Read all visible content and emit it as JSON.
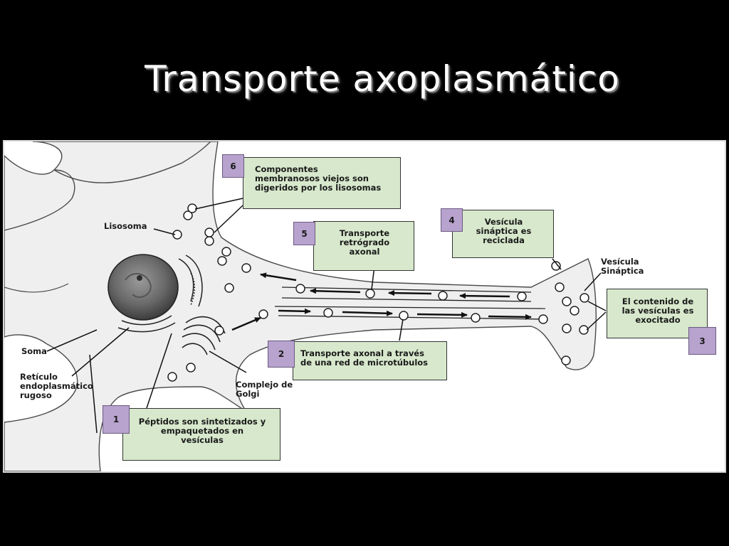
{
  "slide": {
    "title": "Transporte axoplasmático"
  },
  "labels": {
    "lisosoma": "Lisosoma",
    "soma": "Soma",
    "reticulo": [
      "Retículo",
      "endoplasmático",
      "rugoso"
    ],
    "golgi": [
      "Complejo de",
      "Golgi"
    ],
    "vesicula_sinaptica": [
      "Vesícula",
      "Sináptica"
    ]
  },
  "steps": [
    {
      "number": "1",
      "text": [
        "Péptidos son sintetizados y",
        "empaquetados en",
        "vesículas"
      ]
    },
    {
      "number": "2",
      "text": [
        "Transporte axonal a través",
        "de una red de microtúbulos"
      ]
    },
    {
      "number": "3",
      "text": [
        "El contenido de",
        "las vesículas es",
        "exocitado"
      ]
    },
    {
      "number": "4",
      "text": [
        "Vesícula",
        "sináptica es",
        "reciclada"
      ]
    },
    {
      "number": "5",
      "text": [
        "Transporte",
        "retrógrado",
        "axonal"
      ]
    },
    {
      "number": "6",
      "text": [
        "Componentes",
        "membranosos viejos son",
        "digeridos por los lisosomas"
      ]
    }
  ],
  "colors": {
    "background": "#000000",
    "figure_background": "#ffffff",
    "cell_fill": "#efefef",
    "callout_fill": "#d7e8cc",
    "number_fill": "#b7a3cd",
    "title_color": "#ffffff"
  }
}
